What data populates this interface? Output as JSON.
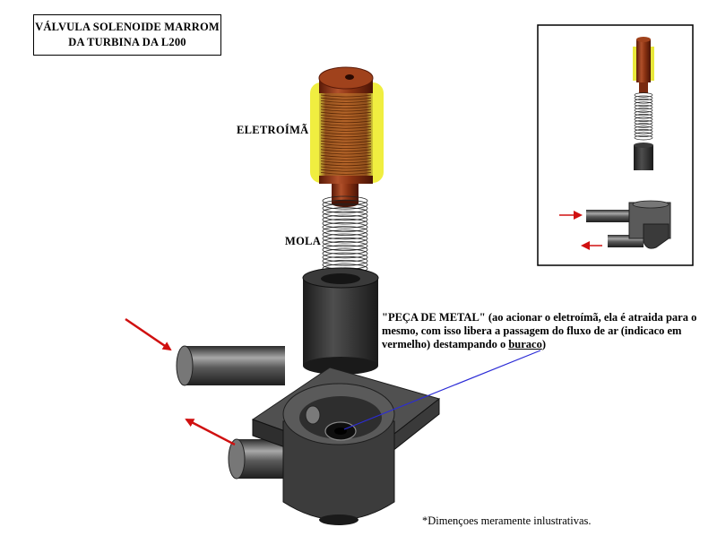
{
  "title": {
    "line1": "VÁLVULA SOLENOIDE MARROM",
    "line2": "DA TURBINA DA L200"
  },
  "labels": {
    "electromagnet": "ELETROÍMÃ",
    "spring": "MOLA"
  },
  "description": {
    "quoted": "\"PEÇA DE METAL\"",
    "body": " (ao acionar o eletroímã, ela é atraida para o mesmo, com isso libera a passagem do fluxo de ar (indicaco em vermelho) destampando o ",
    "underlined": "buraco",
    "closing": ")"
  },
  "footnote": "*Dimençoes meramente inlustrativas.",
  "colors": {
    "coil_brown": "#8a2e10",
    "coil_highlight": "#f3f04a",
    "body_gray": "#4a4a4a",
    "arrow_red": "#d01010",
    "leader_blue": "#2b2bd6"
  }
}
